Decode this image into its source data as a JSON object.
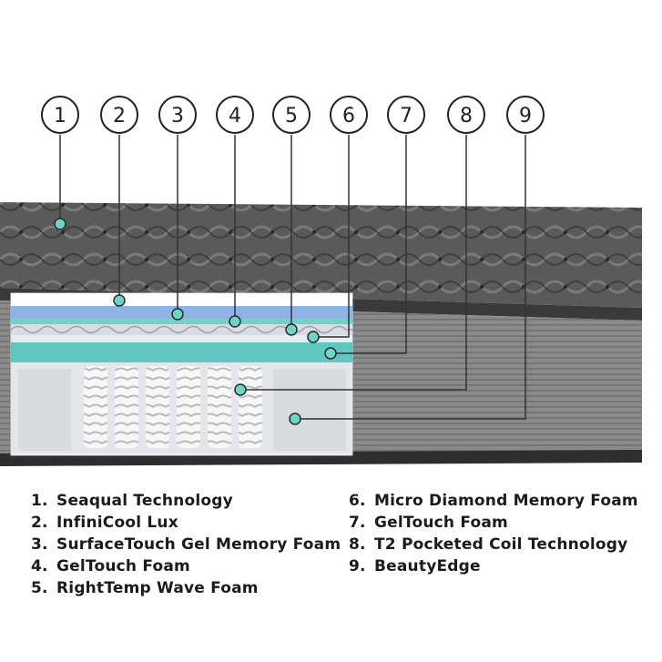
{
  "callouts": [
    {
      "num": "1",
      "label": "Seaqual Technology"
    },
    {
      "num": "2",
      "label": "InfiniCool Lux"
    },
    {
      "num": "3",
      "label": "SurfaceTouch Gel Memory Foam"
    },
    {
      "num": "4",
      "label": "GelTouch Foam"
    },
    {
      "num": "5",
      "label": "RightTemp Wave Foam"
    },
    {
      "num": "6",
      "label": "Micro Diamond Memory Foam"
    },
    {
      "num": "7",
      "label": "GelTouch Foam"
    },
    {
      "num": "8",
      "label": "T2 Pocketed Coil Technology"
    },
    {
      "num": "9",
      "label": "BeautyEdge"
    }
  ],
  "legend_left": [
    {
      "num": "1.",
      "label": "Seaqual Technology"
    },
    {
      "num": "2.",
      "label": "InfiniCool Lux"
    },
    {
      "num": "3.",
      "label": "SurfaceTouch Gel Memory Foam"
    },
    {
      "num": "4.",
      "label": "GelTouch Foam"
    },
    {
      "num": "5.",
      "label": "RightTemp Wave Foam"
    }
  ],
  "legend_right": [
    {
      "num": "6.",
      "label": "Micro Diamond Memory Foam"
    },
    {
      "num": "7.",
      "label": "GelTouch Foam"
    },
    {
      "num": "8.",
      "label": "T2 Pocketed Coil Technology"
    },
    {
      "num": "9.",
      "label": "BeautyEdge"
    }
  ],
  "colors": {
    "quilt_top": "#5e5e5e",
    "side_panel": "#7d7d7d",
    "border_band": "#2e2e2e",
    "cooling_teal": "#5fc6c0",
    "gel_blue": "#7fa9de",
    "foam_white": "#eef1f4",
    "marker_fill": "#6fd3c7",
    "leader_line": "#333333"
  }
}
